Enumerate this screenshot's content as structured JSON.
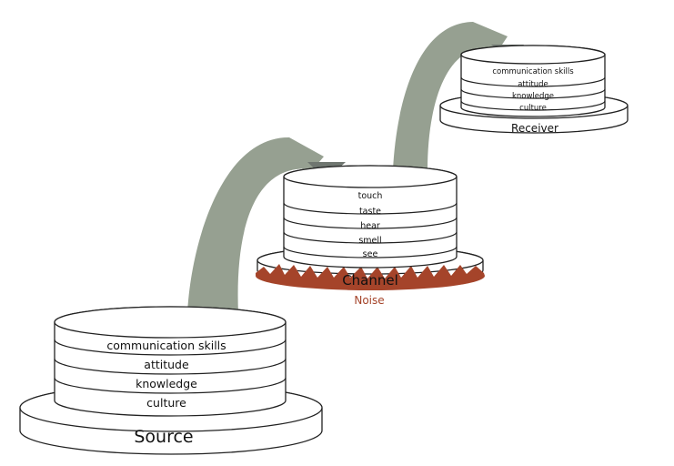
{
  "colors": {
    "arrow": "#96a091",
    "arrow_head": "#6f7670",
    "noise": "#a5442a",
    "outline": "#222222"
  },
  "source": {
    "label": "Source",
    "layers": [
      "communication skills",
      "attitude",
      "knowledge",
      "culture"
    ]
  },
  "channel": {
    "label": "Channel",
    "layers": [
      "touch",
      "taste",
      "hear",
      "smell",
      "see"
    ],
    "noise_label": "Noise"
  },
  "receiver": {
    "label": "Receiver",
    "layers": [
      "communication skills",
      "attitude",
      "knowledge",
      "culture"
    ]
  }
}
